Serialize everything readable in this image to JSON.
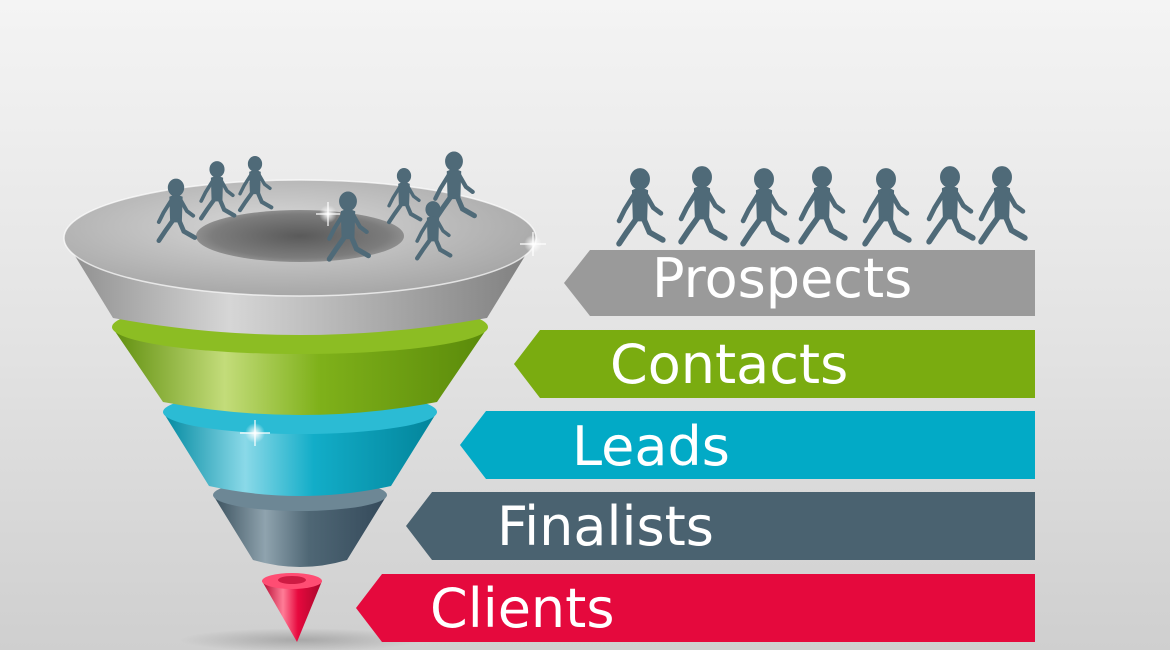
{
  "stages": [
    {
      "label": "Prospects",
      "color": "#9a9a9a"
    },
    {
      "label": "Contacts",
      "color": "#7aac10"
    },
    {
      "label": "Leads",
      "color": "#02aac6"
    },
    {
      "label": "Finalists",
      "color": "#4a6270"
    },
    {
      "label": "Clients",
      "color": "#e5093d"
    }
  ],
  "figure_color": "#4f6a78"
}
